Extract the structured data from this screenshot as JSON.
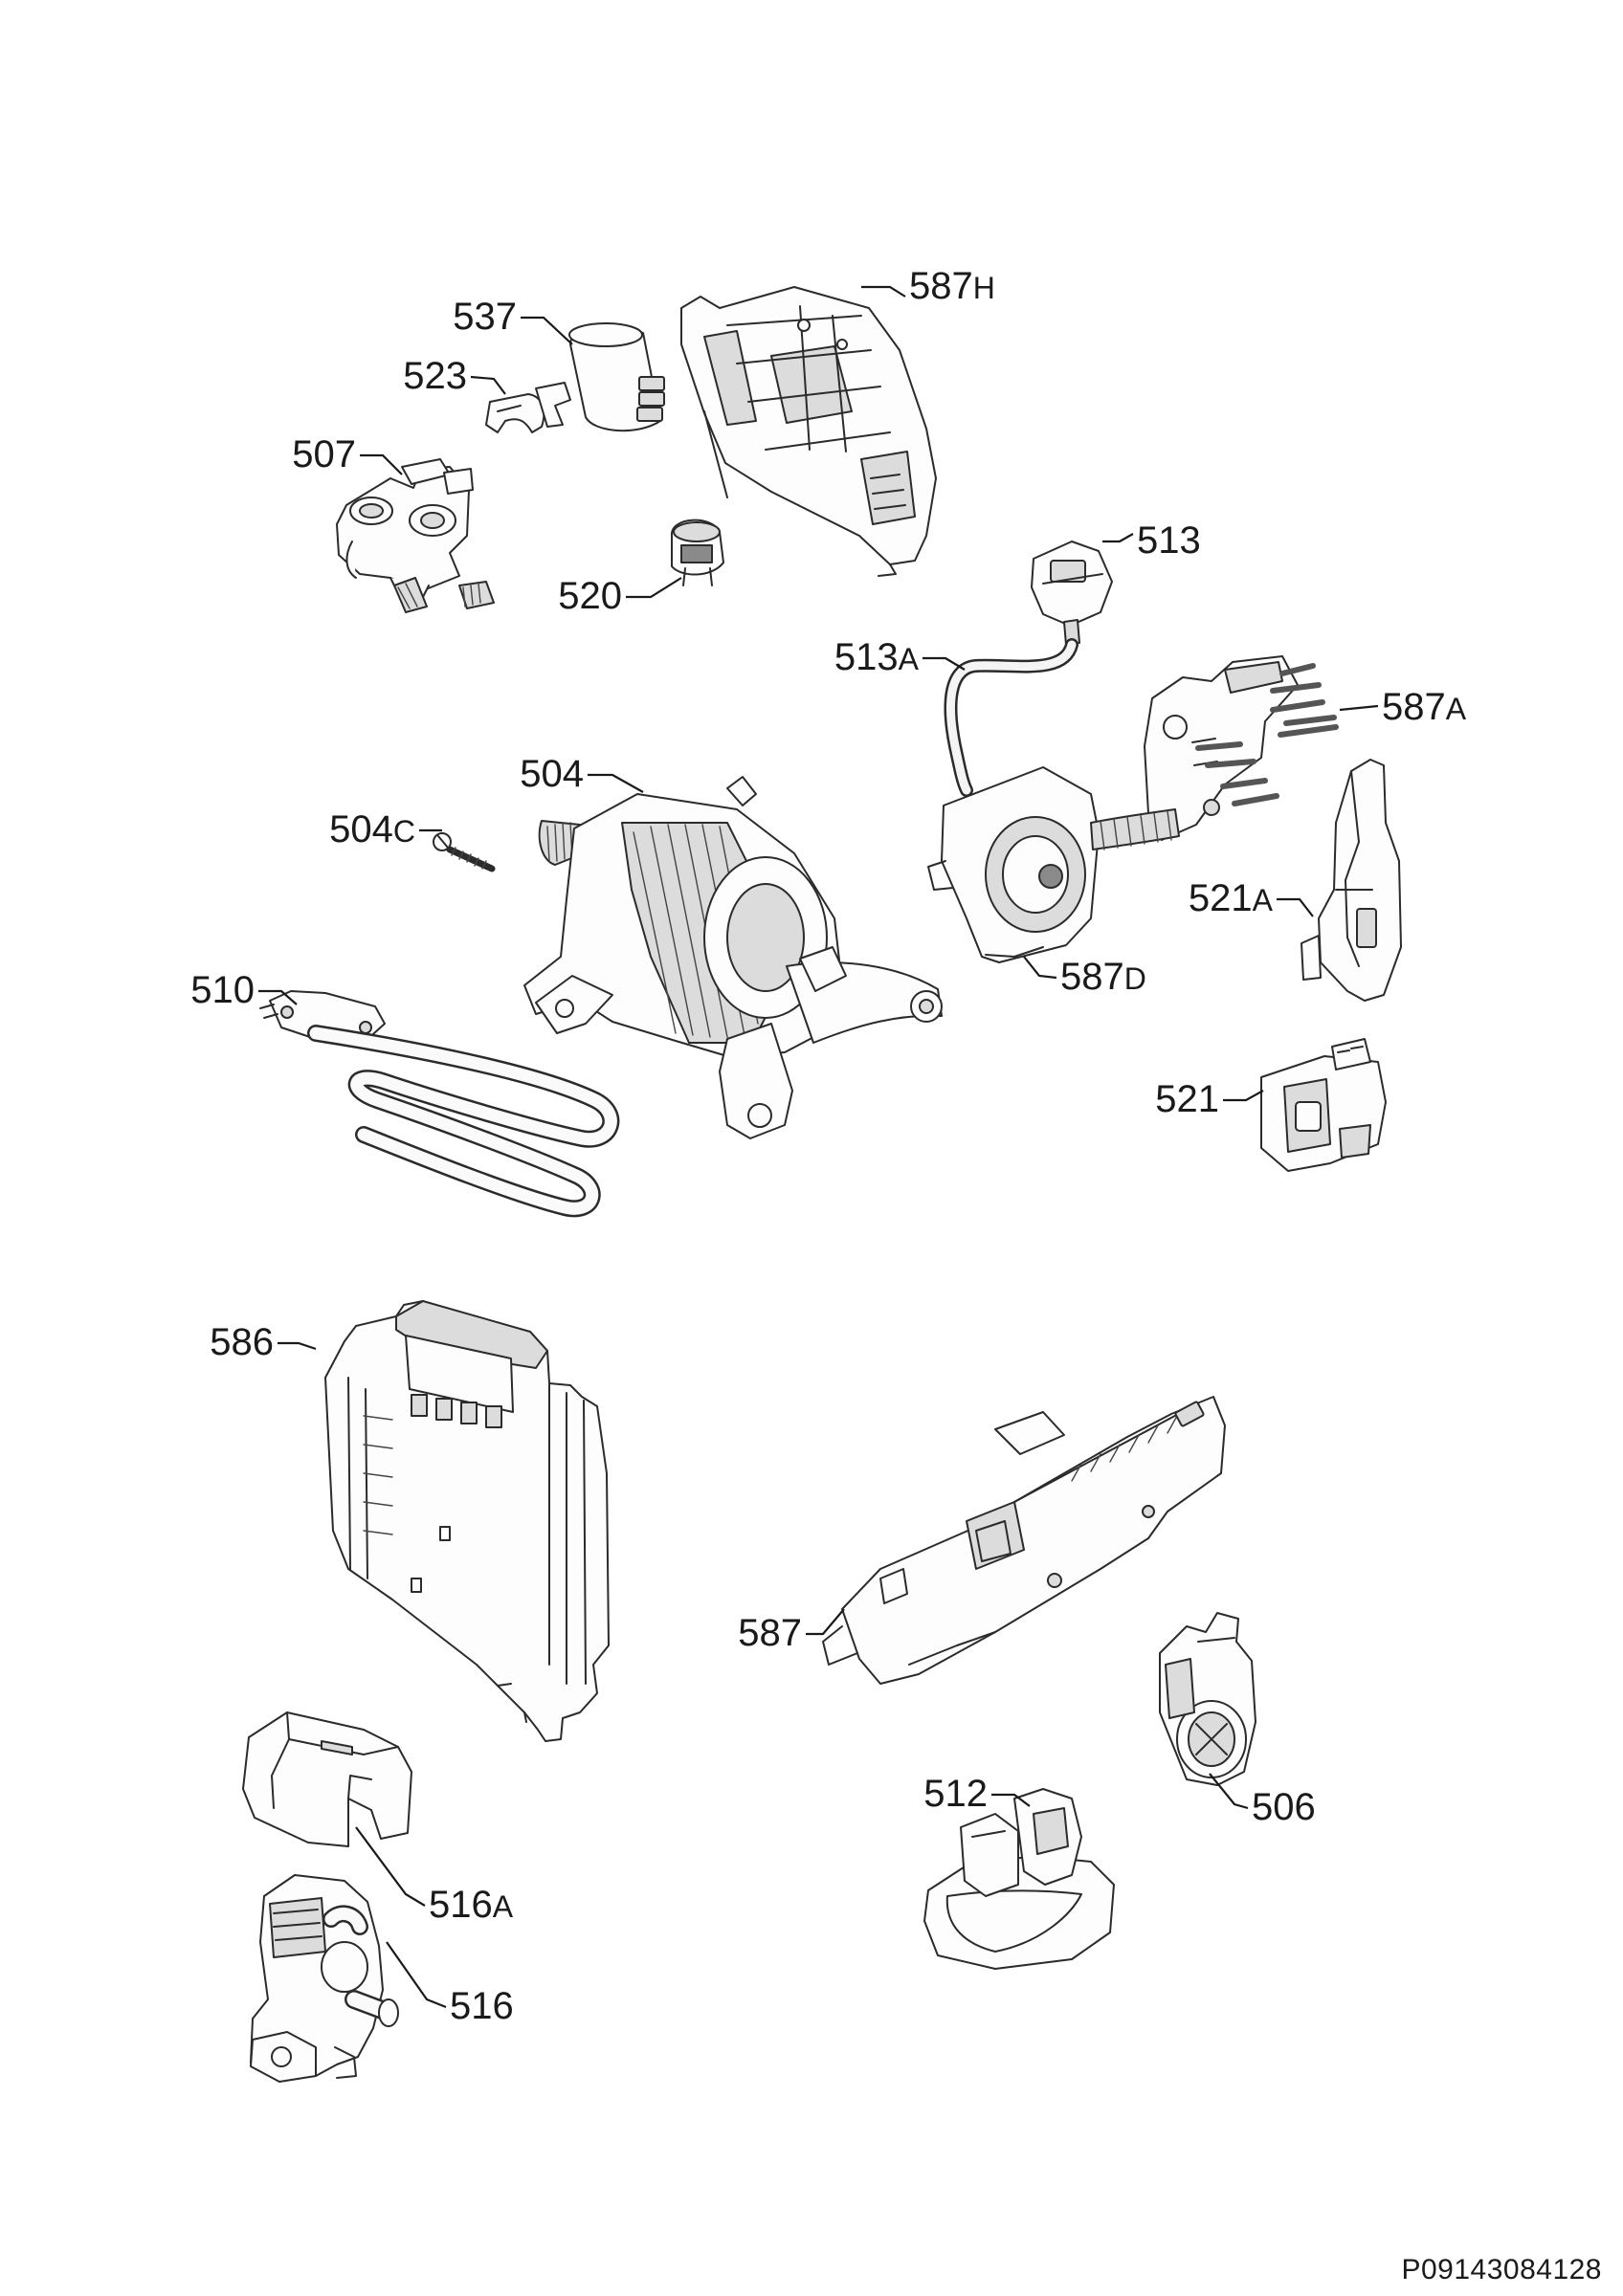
{
  "document_id": "P09143084128",
  "parts": [
    {
      "number": "587",
      "suffix": "H",
      "icon": "electronic-module-housing-icon"
    },
    {
      "number": "537",
      "suffix": "",
      "icon": "capacitor-filter-icon"
    },
    {
      "number": "523",
      "suffix": "",
      "icon": "cable-clip-icon"
    },
    {
      "number": "507",
      "suffix": "",
      "icon": "inlet-valve-icon"
    },
    {
      "number": "520",
      "suffix": "",
      "icon": "connector-icon"
    },
    {
      "number": "513",
      "suffix": "",
      "icon": "pressure-switch-icon"
    },
    {
      "number": "513",
      "suffix": "A",
      "icon": "hose-icon"
    },
    {
      "number": "587",
      "suffix": "A",
      "icon": "control-board-icon"
    },
    {
      "number": "504",
      "suffix": "",
      "icon": "motor-icon"
    },
    {
      "number": "504",
      "suffix": "C",
      "icon": "screw-icon"
    },
    {
      "number": "510",
      "suffix": "",
      "icon": "heating-element-icon"
    },
    {
      "number": "587",
      "suffix": "D",
      "icon": "knob-module-icon"
    },
    {
      "number": "521",
      "suffix": "A",
      "icon": "bracket-icon"
    },
    {
      "number": "521",
      "suffix": "",
      "icon": "door-lock-icon"
    },
    {
      "number": "586",
      "suffix": "",
      "icon": "inverter-module-icon"
    },
    {
      "number": "587",
      "suffix": "",
      "icon": "main-board-icon"
    },
    {
      "number": "506",
      "suffix": "",
      "icon": "drain-pump-icon"
    },
    {
      "number": "512",
      "suffix": "",
      "icon": "sensor-icon"
    },
    {
      "number": "516",
      "suffix": "A",
      "icon": "pump-cover-icon"
    },
    {
      "number": "516",
      "suffix": "",
      "icon": "circulation-pump-icon"
    }
  ]
}
